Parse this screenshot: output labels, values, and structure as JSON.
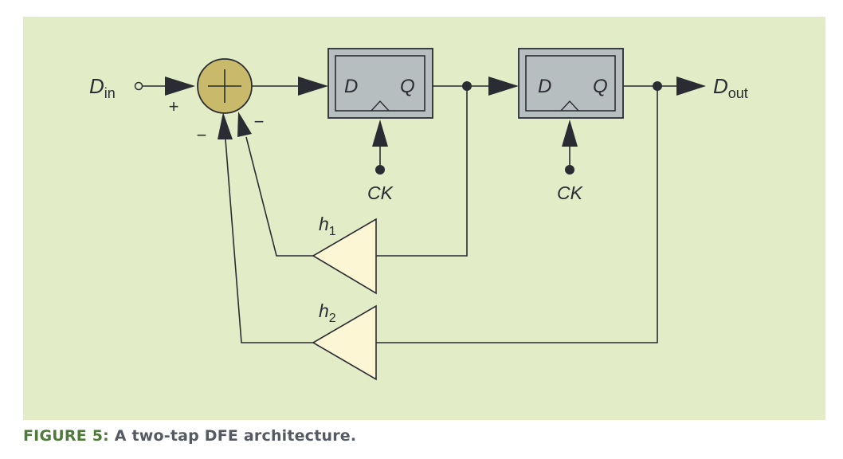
{
  "figure": {
    "caption_prefix": "FIGURE 5:",
    "caption_text": " A two-tap DFE architecture."
  },
  "labels": {
    "input_main": "D",
    "input_sub": "in",
    "output_main": "D",
    "output_sub": "out",
    "plus_sign": "+",
    "minus_sign_1": "−",
    "minus_sign_2": "−",
    "ff1_d": "D",
    "ff1_q": "Q",
    "ff2_d": "D",
    "ff2_q": "Q",
    "clock_1": "CK",
    "clock_2": "CK",
    "tap1_main": "h",
    "tap1_sub": "1",
    "tap2_main": "h",
    "tap2_sub": "2"
  },
  "colors": {
    "panel_bg": "#e2edc8",
    "summer_fill": "#c9b96a",
    "flipflop_fill": "#b7bec0",
    "amp_fill": "#fdf6d4",
    "stroke": "#2b2c33",
    "caption_accent": "#4f7a3a",
    "caption_text": "#555a62"
  },
  "components": {
    "summer": "adder",
    "flipflops": [
      "D flip-flop 1",
      "D flip-flop 2"
    ],
    "taps": [
      "h1 amplifier",
      "h2 amplifier"
    ]
  }
}
